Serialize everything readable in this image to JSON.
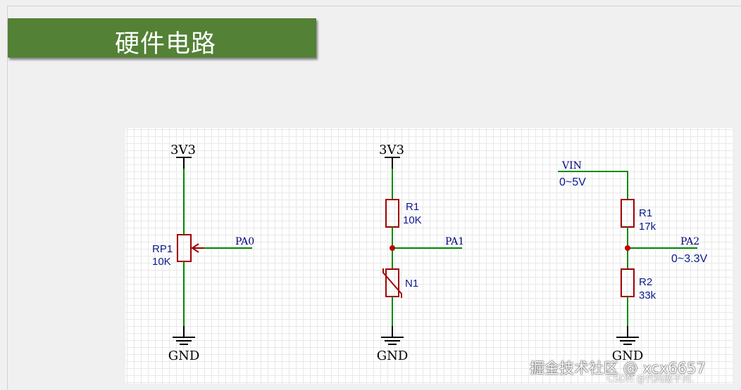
{
  "slide": {
    "title": "硬件电路"
  },
  "schematic": {
    "circuit1": {
      "supply": "3V3",
      "pot_designator": "RP1",
      "pot_value": "10K",
      "net_label": "PA0",
      "ground": "GND"
    },
    "circuit2": {
      "supply": "3V3",
      "r1_designator": "R1",
      "r1_value": "10K",
      "net_label": "PA1",
      "thermistor_designator": "N1",
      "ground": "GND"
    },
    "circuit3": {
      "input_label": "VIN",
      "input_range": "0~5V",
      "r1_designator": "R1",
      "r1_value": "17k",
      "r2_designator": "R2",
      "r2_value": "33k",
      "net_label": "PA2",
      "output_range": "0~3.3V",
      "ground": "GND"
    },
    "colors": {
      "wire": "#008a00",
      "component": "#a00000",
      "junction": "#c00000",
      "power": "#000000",
      "label_text": "#0a1a8c",
      "net_text": "#000080"
    }
  },
  "watermark": {
    "main": "掘金技术社区 @ xcx6657",
    "sub": "CSDN @代码敲不对."
  }
}
